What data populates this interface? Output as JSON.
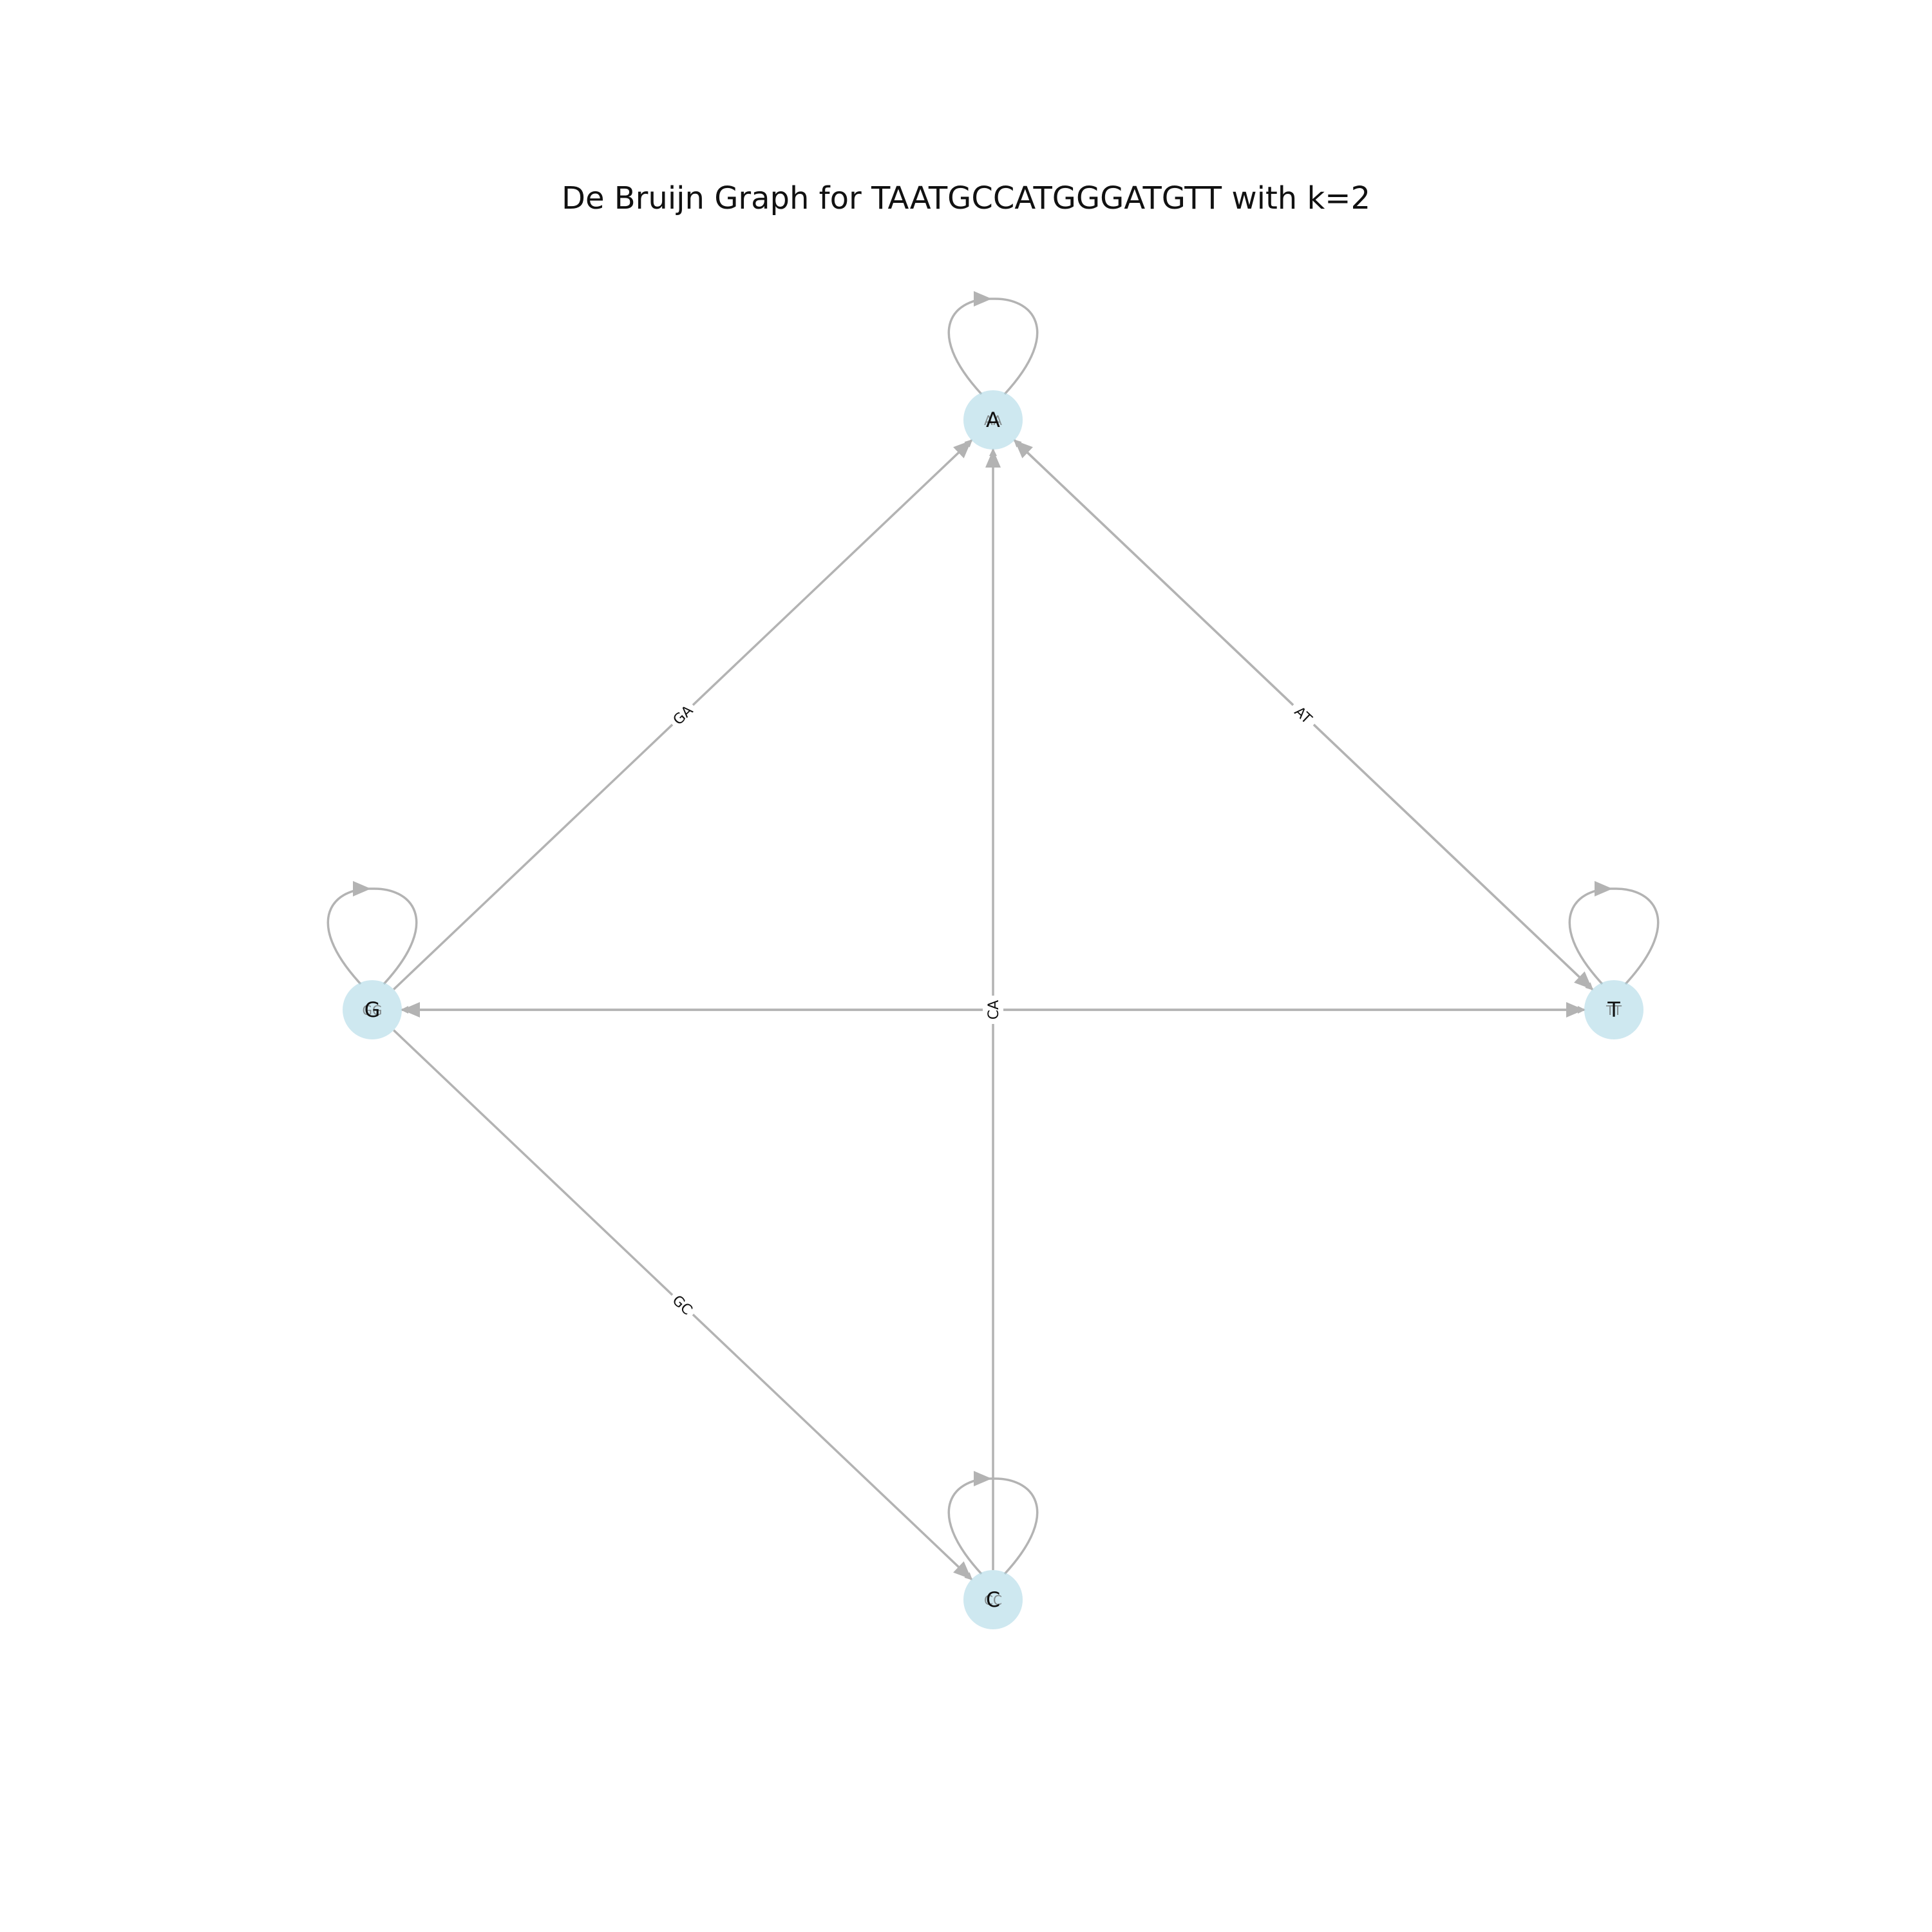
{
  "title": "De Bruijn Graph for TAATGCCATGGGATGTT with k=2",
  "colors": {
    "node": "#add8e6",
    "edge": "#b3b3b3"
  },
  "nodes": [
    {
      "id": "A",
      "label": "A",
      "inner": "AA"
    },
    {
      "id": "G",
      "label": "G",
      "inner": "GG"
    },
    {
      "id": "T",
      "label": "T",
      "inner": "TT"
    },
    {
      "id": "C",
      "label": "C",
      "inner": "CC"
    }
  ],
  "edges": [
    {
      "from": "A",
      "to": "A",
      "label": ""
    },
    {
      "from": "G",
      "to": "A",
      "label": "GA"
    },
    {
      "from": "A",
      "to": "T",
      "label": "AT"
    },
    {
      "from": "T",
      "to": "A",
      "label": ""
    },
    {
      "from": "C",
      "to": "A",
      "label": "CA"
    },
    {
      "from": "T",
      "to": "G",
      "label": ""
    },
    {
      "from": "G",
      "to": "T",
      "label": ""
    },
    {
      "from": "G",
      "to": "G",
      "label": ""
    },
    {
      "from": "T",
      "to": "T",
      "label": ""
    },
    {
      "from": "G",
      "to": "C",
      "label": "GC"
    },
    {
      "from": "C",
      "to": "C",
      "label": ""
    }
  ]
}
